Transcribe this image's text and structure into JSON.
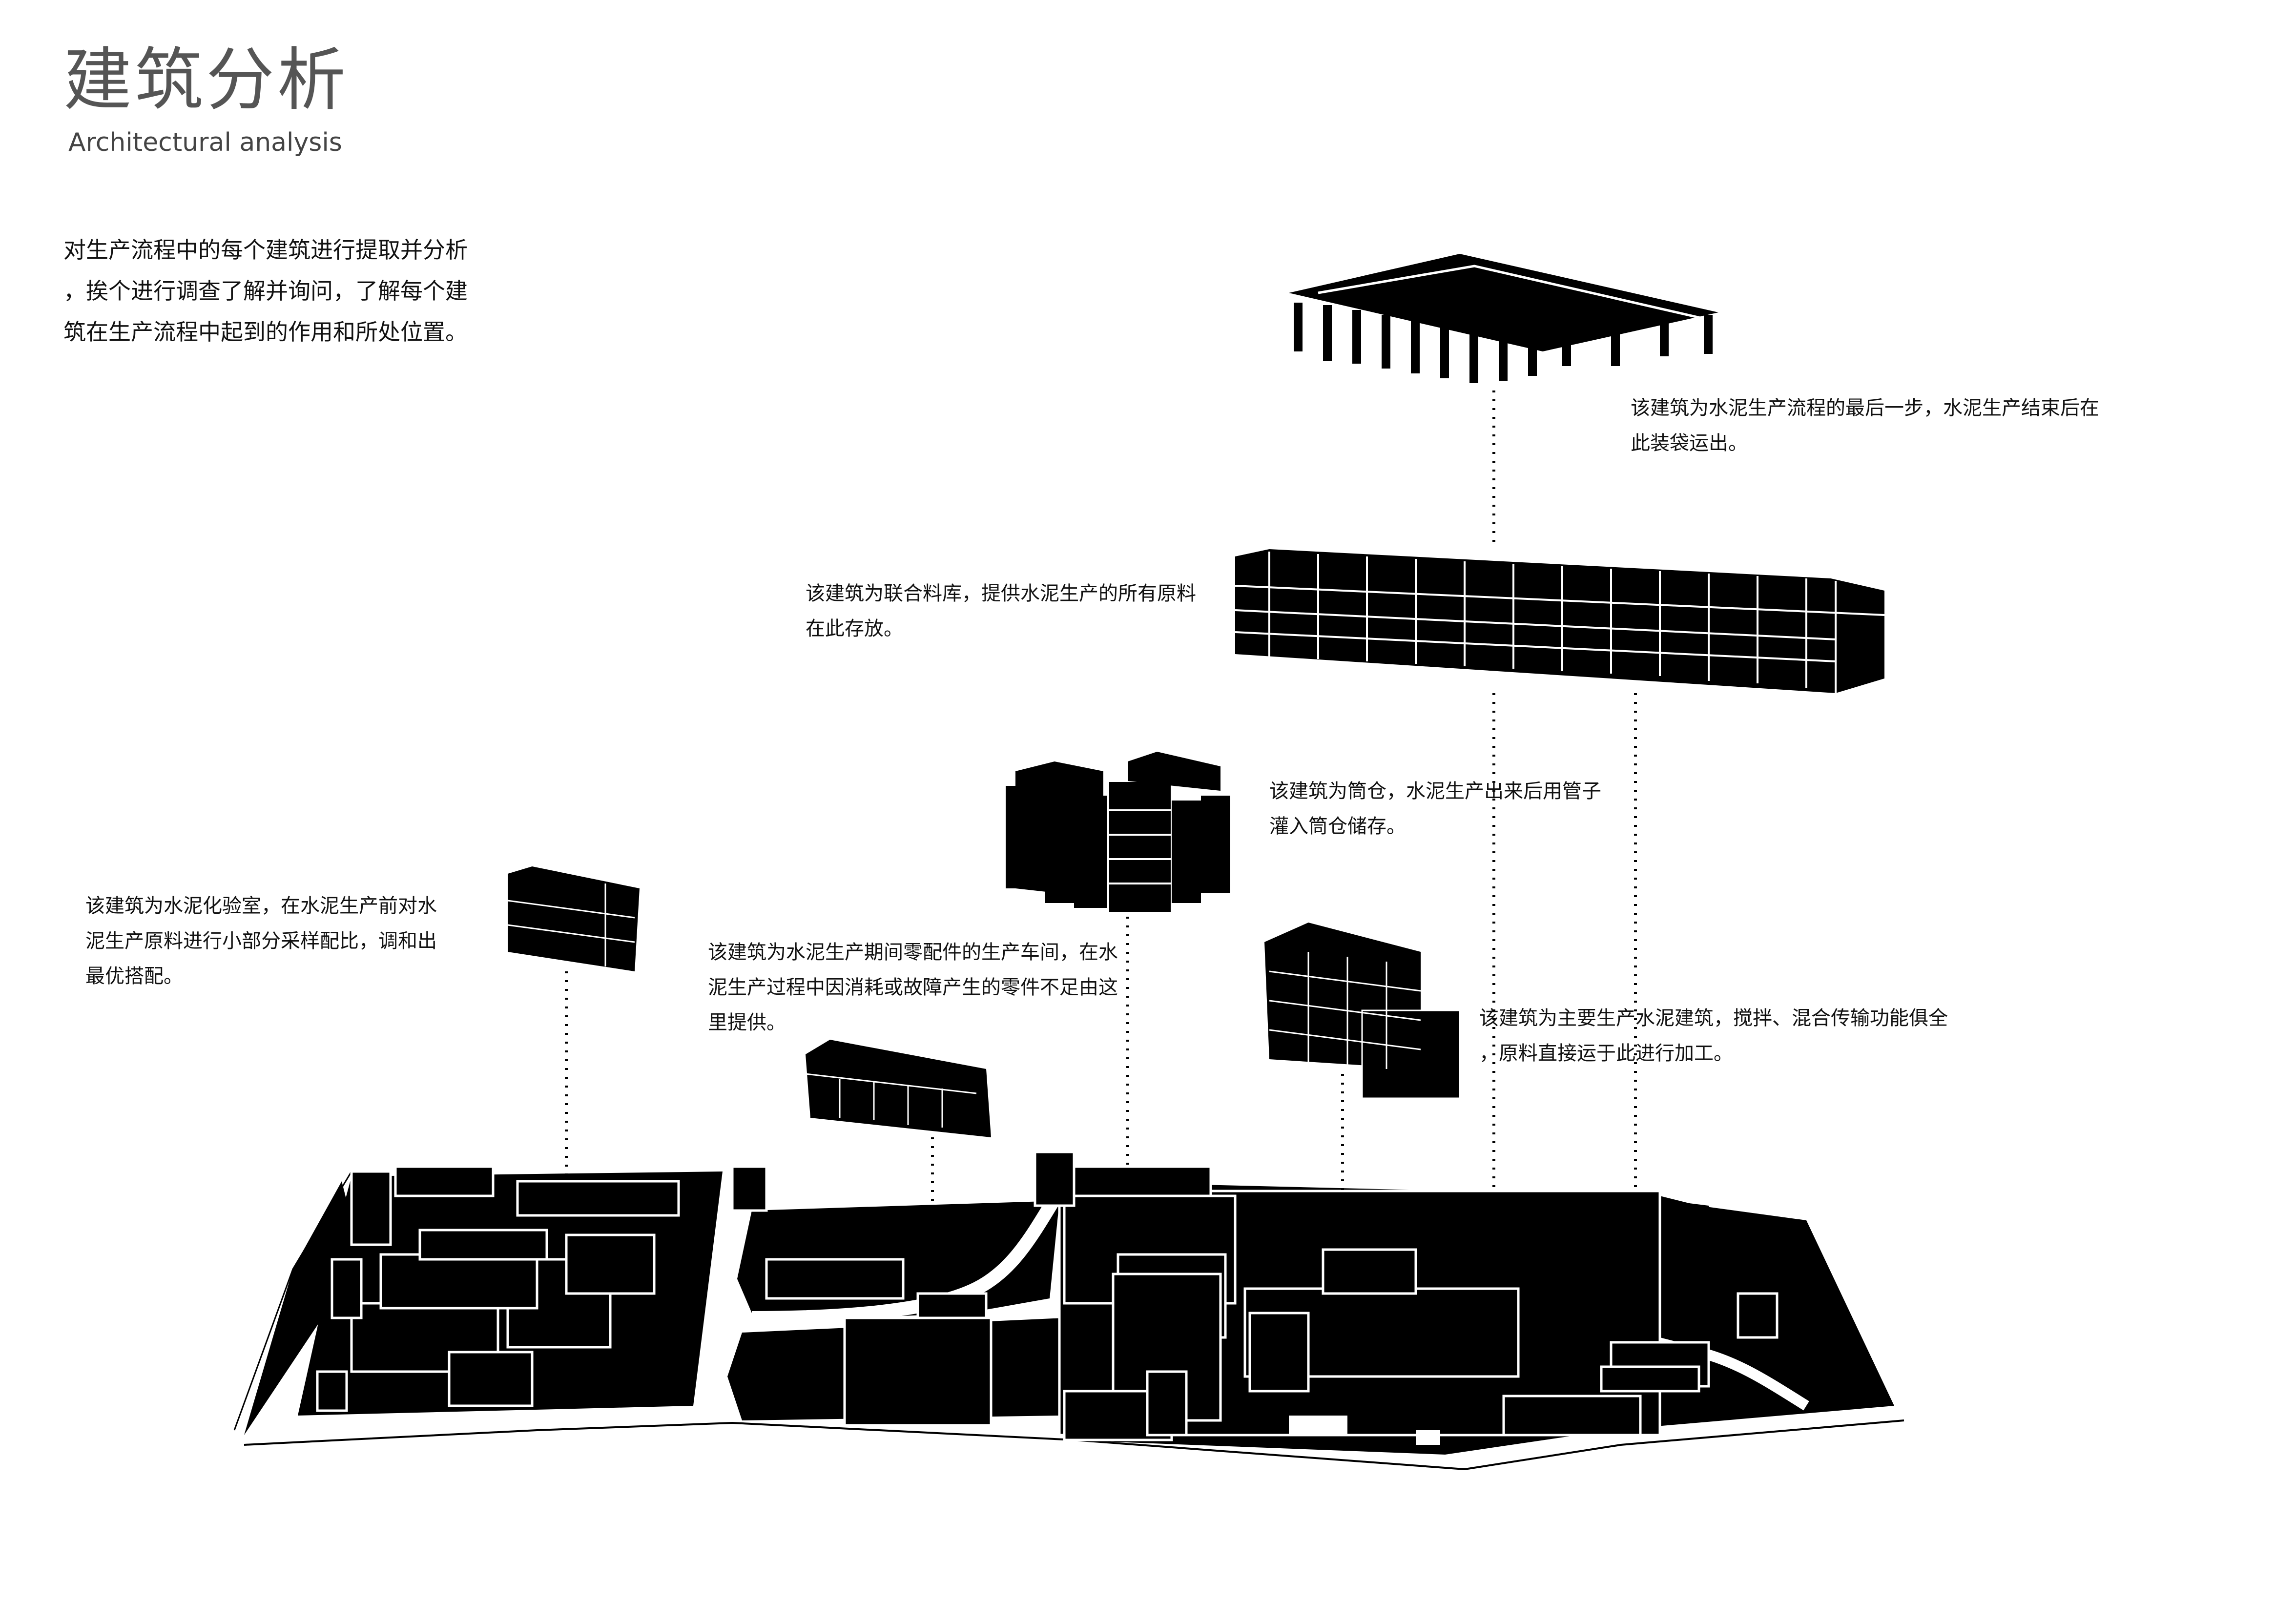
{
  "header": {
    "title": "建筑分析",
    "subtitle": "Architectural analysis"
  },
  "intro": {
    "line1": "对生产流程中的每个建筑进行提取并分析",
    "line2": "，挨个进行调查了解并询问，了解每个建",
    "line3": "筑在生产流程中起到的作用和所处位置。"
  },
  "annotations": {
    "packing": {
      "line1": "该建筑为水泥生产流程的最后一步，水泥生产结束后在",
      "line2": "此装袋运出。"
    },
    "storage": {
      "line1": "该建筑为联合料库，提供水泥生产的所有原料",
      "line2": "在此存放。"
    },
    "silo": {
      "line1": "该建筑为筒仓，水泥生产出来后用管子",
      "line2": "灌入筒仓储存。"
    },
    "lab": {
      "line1": "该建筑为水泥化验室，在水泥生产前对水",
      "line2": "泥生产原料进行小部分采样配比，调和出",
      "line3": "最优搭配。"
    },
    "workshop": {
      "line1": "该建筑为水泥生产期间零配件的生产车间，在水",
      "line2": "泥生产过程中因消耗或故障产生的零件不足由这",
      "line3": "里提供。"
    },
    "main_production": {
      "line1": "该建筑为主要生产水泥建筑，搅拌、混合传输功能俱全",
      "line2": "，原料直接运于此进行加工。"
    }
  }
}
